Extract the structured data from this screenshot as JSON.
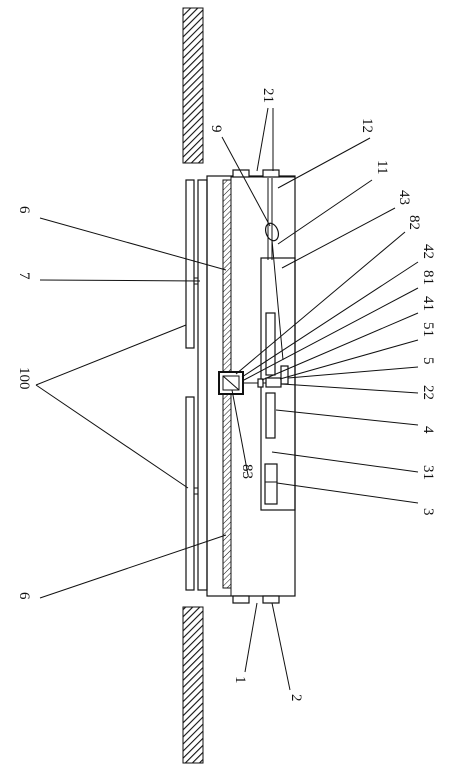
{
  "figure": {
    "labels": {
      "l21": "21",
      "l9": "9",
      "l12": "12",
      "l11": "11",
      "l43": "43",
      "l82": "82",
      "l42": "42",
      "l81": "81",
      "l41": "41",
      "l51": "51",
      "l5": "5",
      "l22": "22",
      "l4": "4",
      "l31": "31",
      "l3": "3",
      "l6a": "6",
      "l7": "7",
      "l100": "100",
      "l83": "83",
      "l6b": "6",
      "l1": "1",
      "l2": "2"
    }
  }
}
